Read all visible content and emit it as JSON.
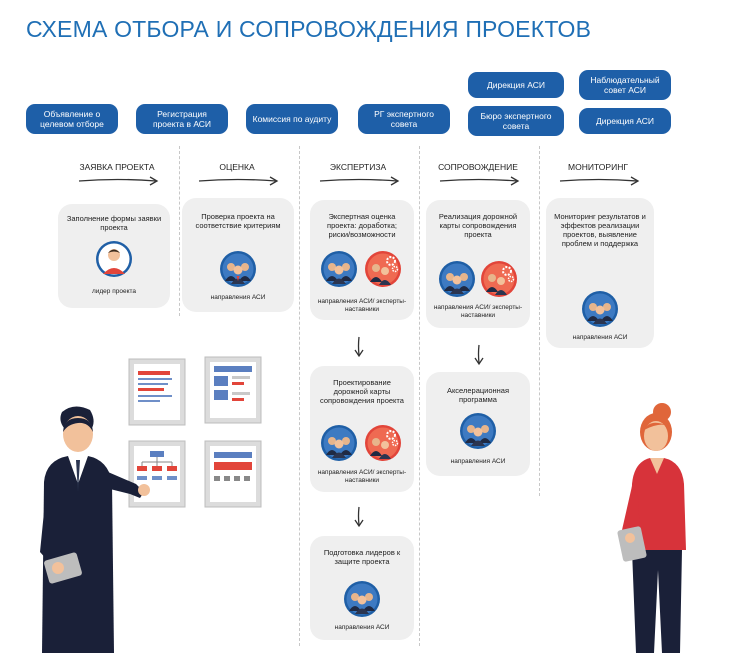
{
  "title": "СХЕМА ОТБОРА И СОПРОВОЖДЕНИЯ ПРОЕКТОВ",
  "roles": {
    "stage1": "Объявление о целевом отборе",
    "stage2": "Регистрация проекта в АСИ",
    "stage3": "Комиссия по аудиту",
    "stage4": "РГ экспертного совета",
    "stage5_top": "Дирекция АСИ",
    "stage5_bottom": "Бюро экспертного совета",
    "stage6_top": "Наблюдательный совет АСИ",
    "stage6_bottom": "Дирекция АСИ"
  },
  "stages": [
    "ЗАЯВКА ПРОЕКТА",
    "ОЦЕНКА",
    "ЭКСПЕРТИЗА",
    "СОПРОВОЖДЕНИЕ",
    "МОНИТОРИНГ"
  ],
  "cards": {
    "application": {
      "text": "Заполнение формы заявки проекта",
      "caption": "лидер проекта"
    },
    "evaluation": {
      "text": "Проверка проекта на соответствие критериям",
      "caption": "направления АСИ"
    },
    "expertise1": {
      "text": "Экспертная оценка проекта: доработка; риски/возможности",
      "caption": "направления АСИ/ эксперты-наставники"
    },
    "expertise2": {
      "text": "Проектирование дорожной карты сопровождения проекта",
      "caption": "направления АСИ/ эксперты-наставники"
    },
    "expertise3": {
      "text": "Подготовка лидеров к защите проекта",
      "caption": "направления АСИ"
    },
    "support1": {
      "text": "Реализация дорожной карты сопровождения проекта",
      "caption": "направления АСИ/ эксперты-наставники"
    },
    "support2": {
      "text": "Акселерационная программа",
      "caption": "направления АСИ"
    },
    "monitoring": {
      "text": "Мониторинг результатов и эффектов реализации проектов, выявление проблем и поддержка",
      "caption": "направления АСИ"
    }
  },
  "icons": {
    "stage_arrow": "arrow-right-icon",
    "down_arrow": "arrow-down-icon",
    "leader": "leader-avatar-icon",
    "team": "team-avatar-icon",
    "experts": "experts-gears-avatar-icon"
  },
  "colors": {
    "title": "#1f6fb5",
    "badge": "#1e5fa8",
    "card": "#efefef",
    "avatar_ring": "#1f5fa6",
    "experts_ring": "#e2453a"
  }
}
